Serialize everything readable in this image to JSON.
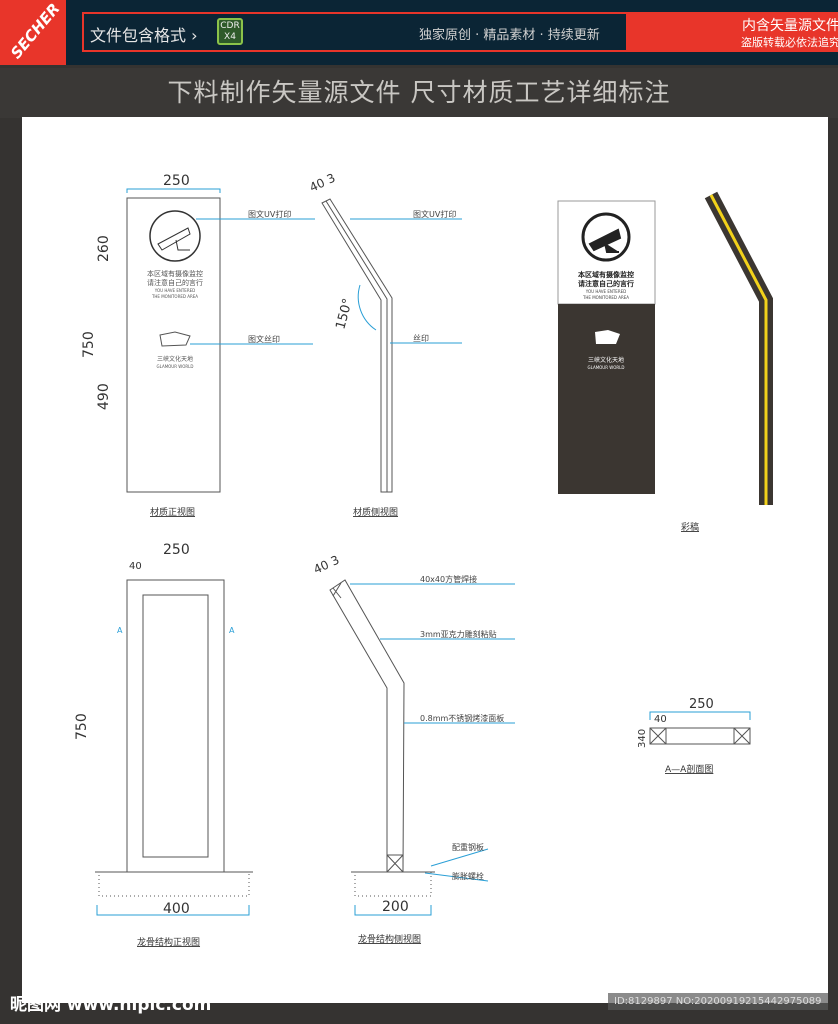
{
  "banner": {
    "brand": "SECHER",
    "format_label": "文件包含格式",
    "format_arrow": "›",
    "format_badge_line1": "CDR",
    "format_badge_line2": "X4",
    "slogan": "独家原创 · 精品素材 · 持续更新",
    "notice_line1": "内含矢量源文件",
    "notice_line2": "盗版转载必依法追究"
  },
  "page_title": "下料制作矢量源文件  尺寸材质工艺详细标注",
  "sign": {
    "cn_line1": "本区域有摄像监控",
    "cn_line2": "请注意自己的言行",
    "en_line1": "YOU HAVE ENTERED",
    "en_line2": "THE MONITORED AREA",
    "logo_cn": "三峡文化天地",
    "logo_en": "GLAMOUR WORLD"
  },
  "views": {
    "front": {
      "caption": "材质正视图",
      "width": "250",
      "top_h": "260",
      "total_h": "750",
      "bottom_h": "490",
      "label_uv": "图文UV打印",
      "label_silk": "图文丝印"
    },
    "side": {
      "caption": "材质侧视图",
      "dim": "40 3",
      "angle": "150°",
      "label_uv": "图文UV打印",
      "label_silk": "丝印"
    },
    "color": {
      "caption": "彩稿",
      "panel_color": "#3b3631",
      "stripe_color": "#f2d21b"
    },
    "frame_front": {
      "caption": "龙骨结构正视图",
      "width": "250",
      "member": "40",
      "height": "750",
      "base": "400",
      "section_mark": "A"
    },
    "frame_side": {
      "caption": "龙骨结构侧视图",
      "dim": "40 3",
      "base": "200",
      "labels": [
        "40x40方管焊接",
        "3mm亚克力雕刻粘贴",
        "0.8mm不锈钢烤漆面板",
        "配重钢板",
        "膨胀螺栓"
      ]
    },
    "section": {
      "caption": "A—A剖面图",
      "width": "250",
      "member": "40",
      "depth": "340"
    }
  },
  "footer": {
    "watermark": "昵图网 www.nipic.com",
    "id_text": "ID:8129897 NO:20200919215442975089"
  }
}
